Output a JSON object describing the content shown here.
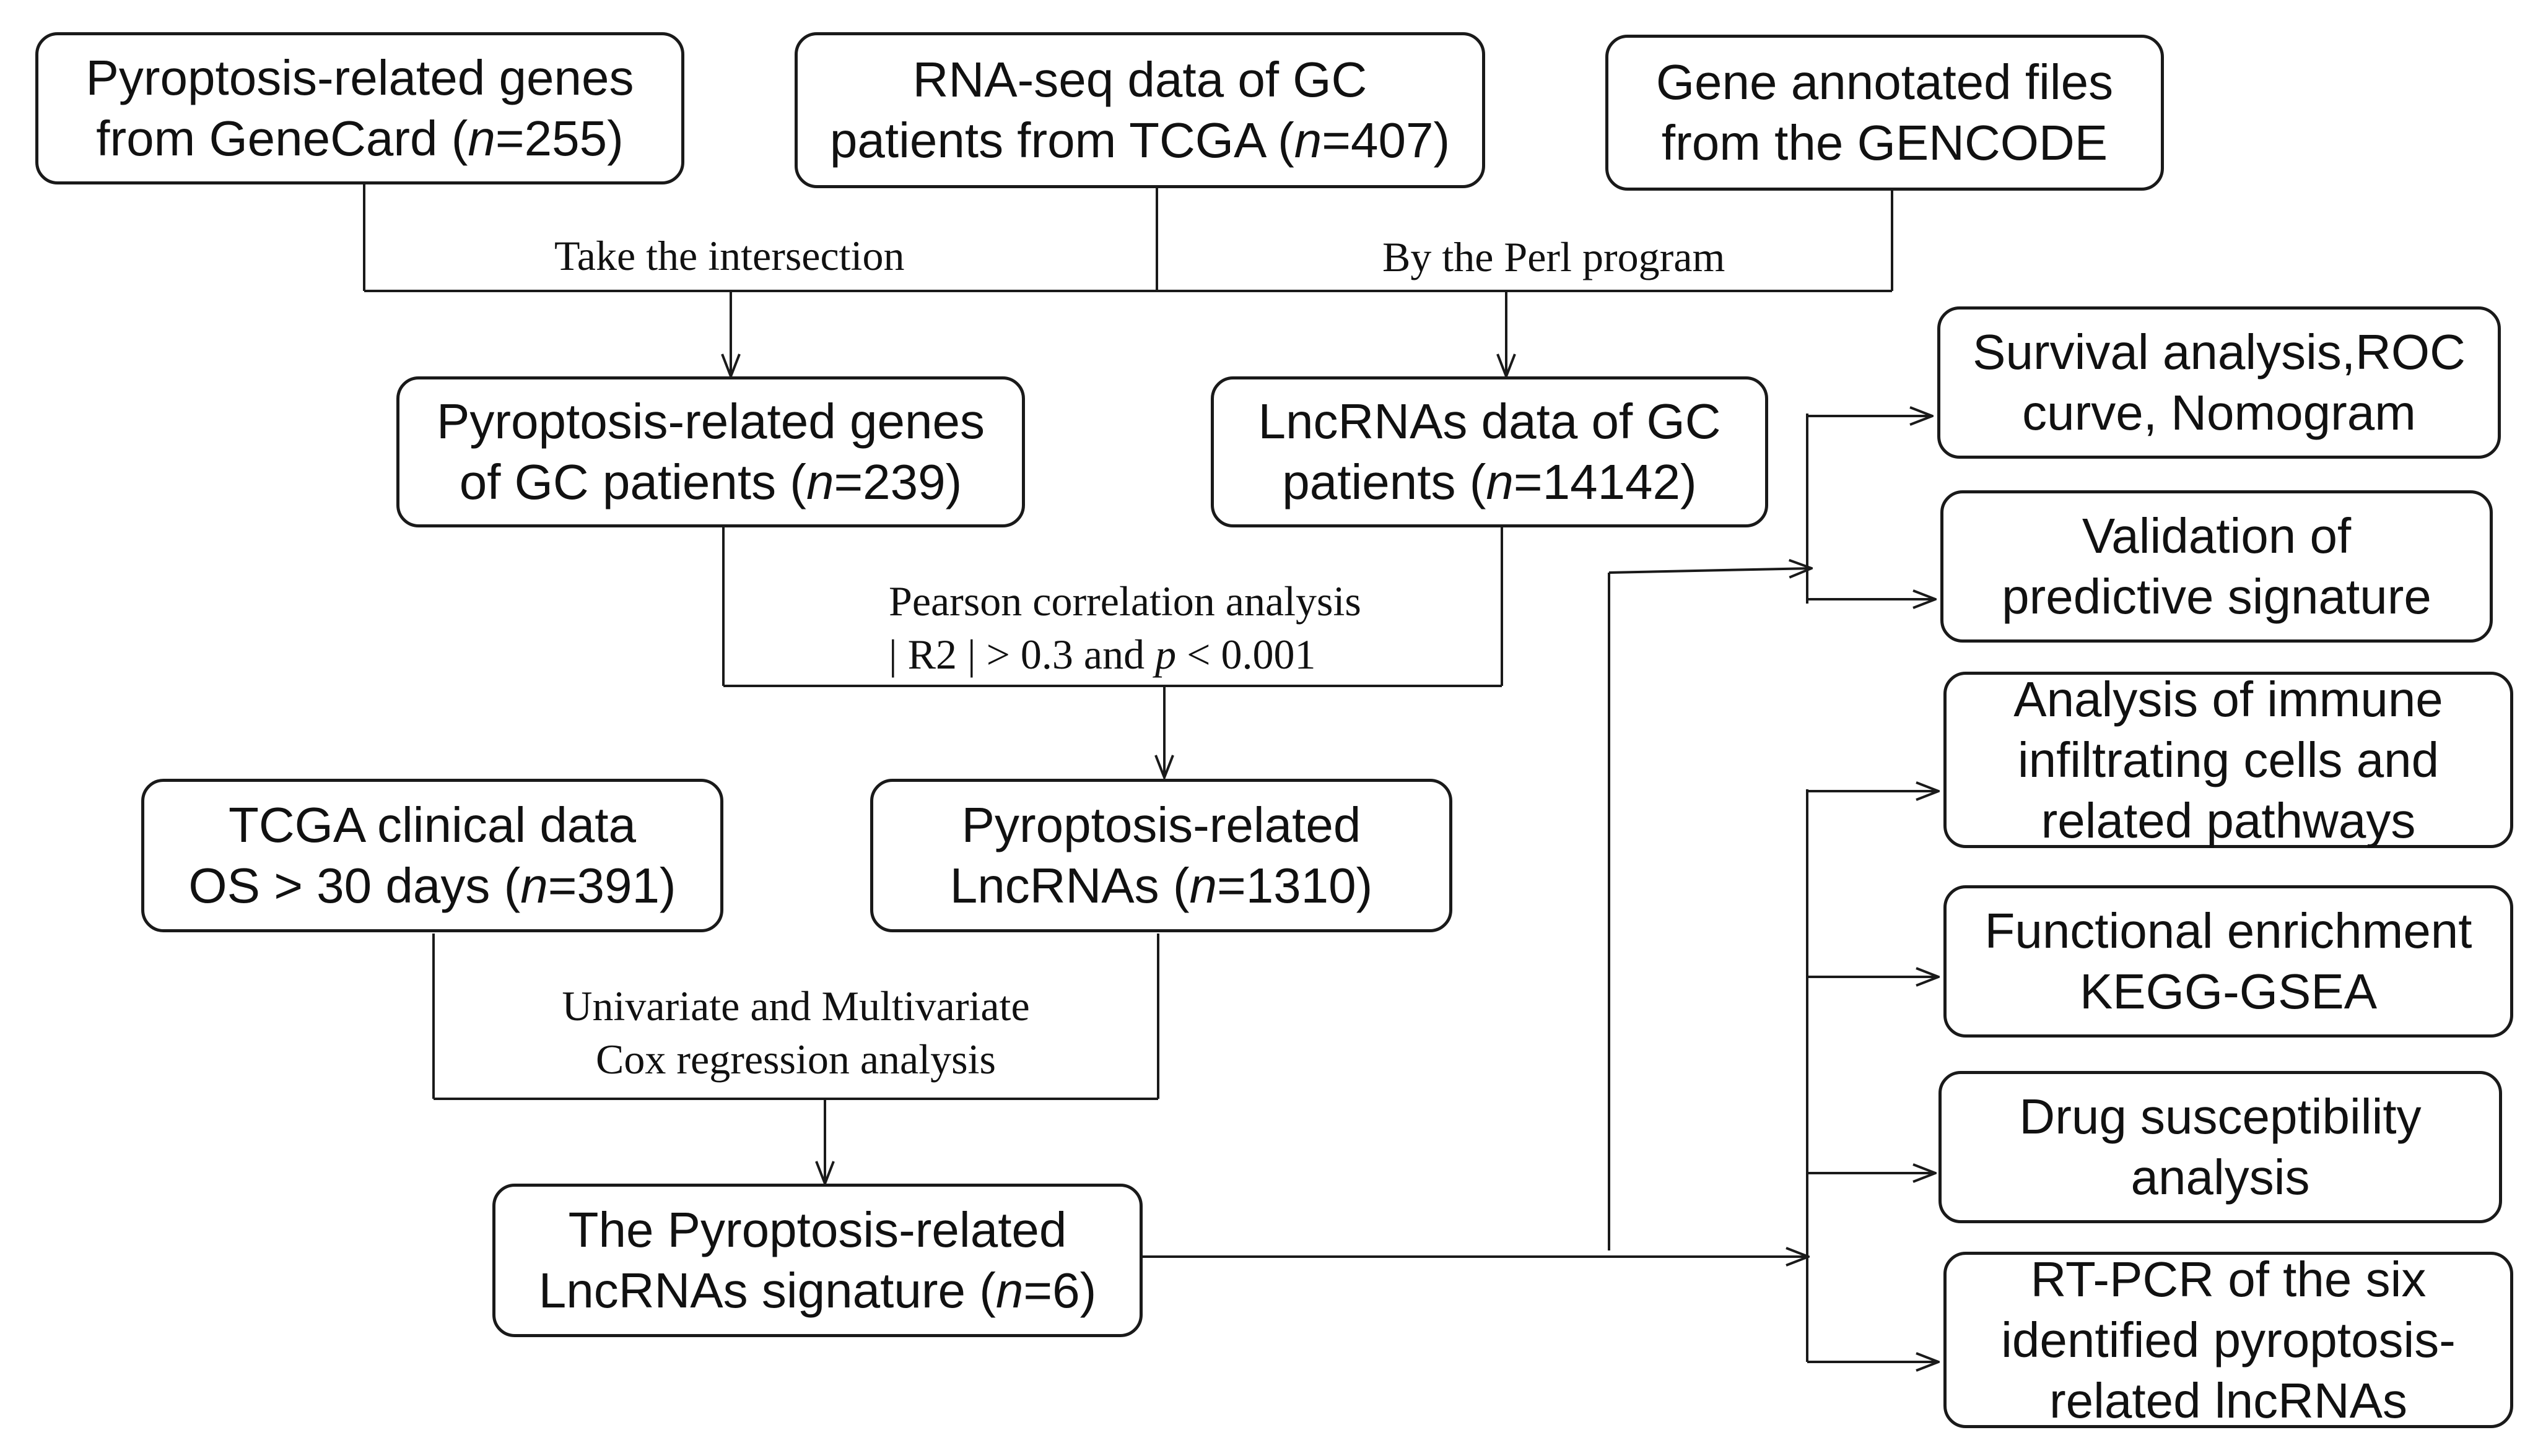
{
  "boxes": {
    "genecard": {
      "line1": "Pyroptosis-related genes",
      "line2_pre": "from GeneCard  (",
      "line2_n": "n",
      "line2_post": "=255)"
    },
    "tcga_rna": {
      "line1": "RNA-seq data of GC",
      "line2_pre": "patients from TCGA (",
      "line2_n": "n",
      "line2_post": "=407)"
    },
    "gencode": {
      "line1": "Gene annotated files",
      "line2": "from the GENCODE"
    },
    "pyro_genes_gc": {
      "line1": "Pyroptosis-related genes",
      "line2_pre": "of GC patients  (",
      "line2_n": "n",
      "line2_post": "=239)"
    },
    "lnc_gc": {
      "line1": "LncRNAs data of GC",
      "line2_pre": "patients  (",
      "line2_n": "n",
      "line2_post": "=14142)"
    },
    "tcga_clinical": {
      "line1": "TCGA clinical data",
      "line2_pre": "OS > 30 days (",
      "line2_n": "n",
      "line2_post": "=391)"
    },
    "pyro_lnc": {
      "line1": "Pyroptosis-related",
      "line2_pre": "LncRNAs (",
      "line2_n": "n",
      "line2_post": "=1310)"
    },
    "signature": {
      "line1": "The Pyroptosis-related",
      "line2_pre": "LncRNAs signature (",
      "line2_n": "n",
      "line2_post": "=6)"
    },
    "survival": {
      "line1": "Survival analysis,ROC",
      "line2": "curve, Nomogram"
    },
    "validation": {
      "line1": "Validation of",
      "line2": "predictive signature"
    },
    "immune": {
      "line1": "Analysis of immune",
      "line2": "infiltrating cells and",
      "line3": "related pathways"
    },
    "functional": {
      "line1": "Functional enrichment",
      "line2": "KEGG-GSEA"
    },
    "drug": {
      "line1": "Drug susceptibility",
      "line2": "analysis"
    },
    "rtpcr": {
      "line1": "RT-PCR of the six",
      "line2": "identified pyroptosis-",
      "line3": "related lncRNAs"
    }
  },
  "labels": {
    "intersection": "Take the intersection",
    "perl": "By the Perl program",
    "pearson_line1": "Pearson correlation analysis",
    "pearson_line2_pre": "| R2 | > 0.3 and ",
    "pearson_line2_p": "p",
    "pearson_line2_post": " < 0.001",
    "cox_line1": "Univariate and Multivariate",
    "cox_line2": "Cox regression analysis"
  },
  "colors": {
    "line": "#1a1a1a",
    "text": "#111111",
    "background": "#ffffff"
  }
}
